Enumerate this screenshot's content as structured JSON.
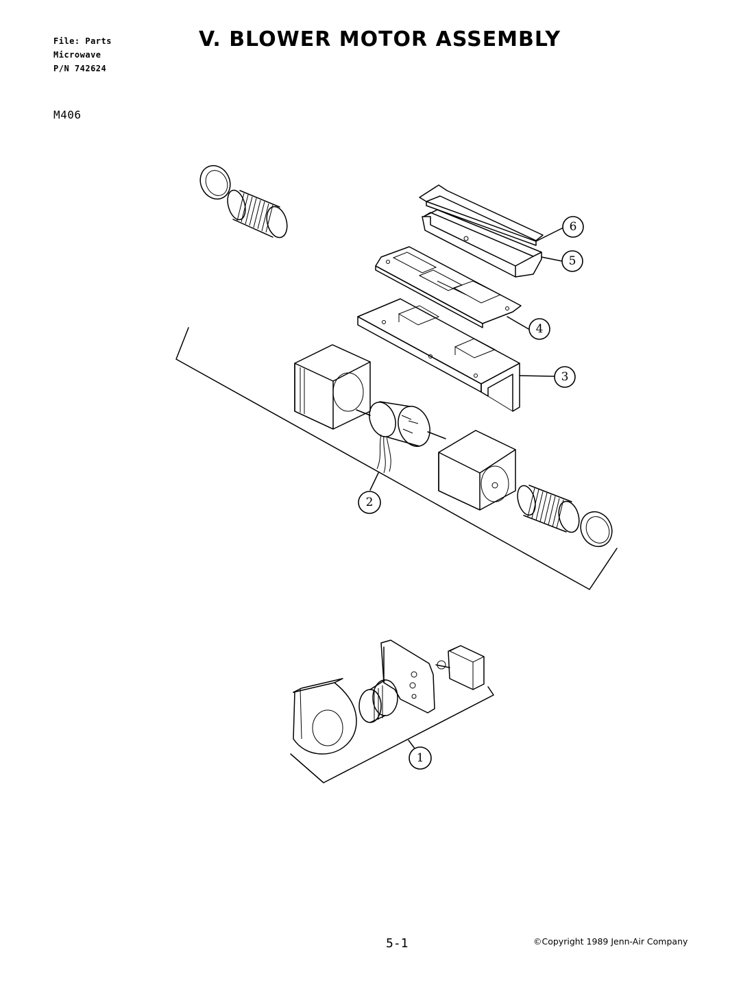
{
  "header": {
    "file_lines": [
      "File: Parts",
      "Microwave",
      "P/N 742624"
    ],
    "model": "M406",
    "title": "V. BLOWER MOTOR ASSEMBLY"
  },
  "callouts": [
    {
      "id": "1",
      "label": "1"
    },
    {
      "id": "2",
      "label": "2"
    },
    {
      "id": "3",
      "label": "3"
    },
    {
      "id": "4",
      "label": "4"
    },
    {
      "id": "5",
      "label": "5"
    },
    {
      "id": "6",
      "label": "6"
    }
  ],
  "footer": {
    "page_number": "5-1",
    "copyright": "©Copyright 1989 Jenn-Air Company"
  }
}
